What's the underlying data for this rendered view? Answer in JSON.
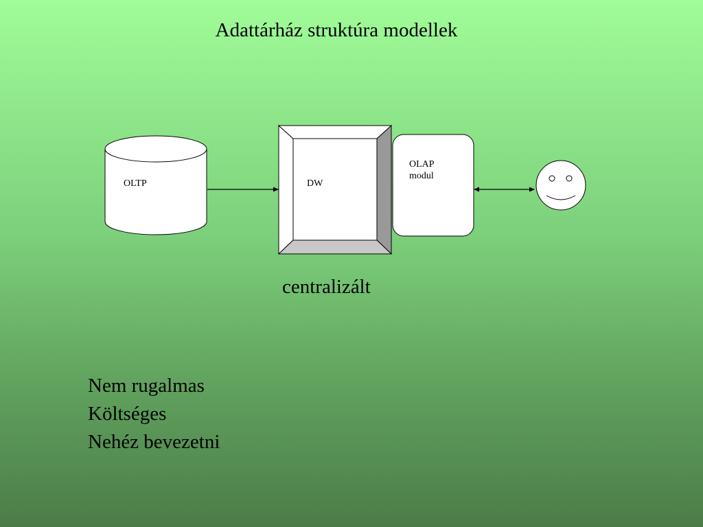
{
  "slide": {
    "title": "Adattárház struktúra modellek",
    "caption": "centralizált"
  },
  "diagram": {
    "oltp_label": "OLTP",
    "dw_label": "DW",
    "olap_label_line1": "OLAP",
    "olap_label_line2": "modul"
  },
  "notes": [
    "Nem rugalmas",
    "Költséges",
    "Nehéz bevezetni"
  ]
}
